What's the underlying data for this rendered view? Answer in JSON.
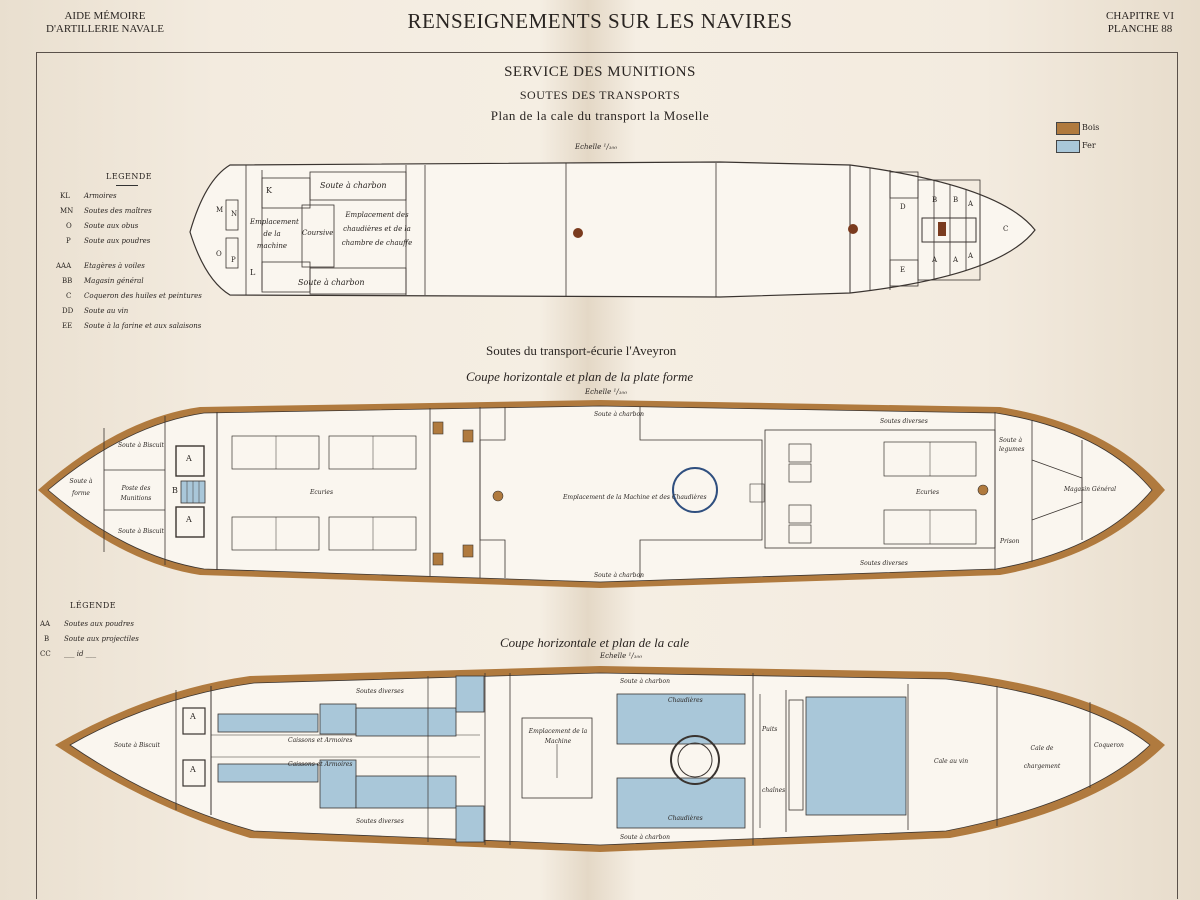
{
  "header": {
    "left_line1": "AIDE MÉMOIRE",
    "left_line2": "D'ARTILLERIE NAVALE",
    "title": "RENSEIGNEMENTS SUR LES NAVIRES",
    "right_line1": "CHAPITRE VI",
    "right_line2": "PLANCHE 88"
  },
  "titles": {
    "service": "SERVICE DES MUNITIONS",
    "soutes": "SOUTES DES TRANSPORTS",
    "plan_moselle": "Plan de la cale du transport la Moselle",
    "echelle_1": "Echelle ¹/₁₀₀",
    "aveyron": "Soutes du transport-écurie l'Aveyron",
    "coupe_plate_forme": "Coupe horizontale et plan de la plate forme",
    "echelle_2": "Echelle ¹/₁₀₀",
    "coupe_cale": "Coupe horizontale et plan de la cale",
    "echelle_3": "Echelle ¹/₁₀₀"
  },
  "material_key": [
    {
      "label": "Bois",
      "color": "#b07a3e"
    },
    {
      "label": "Fer",
      "color": "#a9c7d9"
    }
  ],
  "legend_top": {
    "title": "LEGENDE",
    "items": [
      {
        "key": "KL",
        "text": "Armoires"
      },
      {
        "key": "MN",
        "text": "Soutes des maîtres"
      },
      {
        "key": "O",
        "text": "Soute aux obus"
      },
      {
        "key": "P",
        "text": "Soute aux poudres"
      },
      {
        "key": "AAA",
        "text": "Etagères à voiles"
      },
      {
        "key": "BB",
        "text": "Magasin général"
      },
      {
        "key": "C",
        "text": "Coqueron des huiles et peintures"
      },
      {
        "key": "DD",
        "text": "Soute au vin"
      },
      {
        "key": "EE",
        "text": "Soute à la farine et aux salaisons"
      }
    ]
  },
  "legend_bottom": {
    "title": "LÉGENDE",
    "items": [
      {
        "key": "AA",
        "text": "Soutes aux poudres"
      },
      {
        "key": "B",
        "text": "Soute aux projectiles"
      },
      {
        "key": "CC",
        "text": "___ id ___"
      }
    ]
  },
  "moselle_labels": {
    "soute_charbon_top": "Soute à charbon",
    "soute_charbon_bottom": "Soute à charbon",
    "emplacement_machine": "Emplacement de la machine",
    "coursive": "Coursive",
    "emplacement_chaudieres": "Emplacement des chaudières et de la chambre de chauffe",
    "K": "K",
    "L": "L",
    "M": "M",
    "N": "N",
    "O": "O",
    "P": "P",
    "B": "B",
    "A": "A",
    "D": "D",
    "E": "E",
    "C": "C"
  },
  "aveyron_deck_labels": {
    "soute_forme": "Soute à forme",
    "soute_biscuit": "Soute à Biscuit",
    "poste_munitions": "Poste des Munitions",
    "ecuries_left": "Ecuries",
    "ecuries_right": "Ecuries",
    "emplacement_machine": "Emplacement de la Machine et des Chaudières",
    "soute_charbon": "Soute à charbon",
    "soutes_diverses": "Soutes diverses",
    "soute_legumes": "Soute à legumes",
    "magasin_general": "Magasin Général",
    "prison": "Prison",
    "A": "A",
    "B": "B"
  },
  "aveyron_hold_labels": {
    "soute_biscuit": "Soute à Biscuit",
    "soutes_diverses": "Soutes diverses",
    "caissons_armoires": "Caissons et Armoires",
    "emplacement_machine": "Emplacement de la Machine",
    "chaudieres": "Chaudières",
    "soute_charbon": "Soute à charbon",
    "puits": "Puits",
    "chaines": "chaînes",
    "cale_vin": "Cale au vin",
    "cale_chargement": "Cale de chargement",
    "coqueron": "Coqueron",
    "A": "A"
  }
}
